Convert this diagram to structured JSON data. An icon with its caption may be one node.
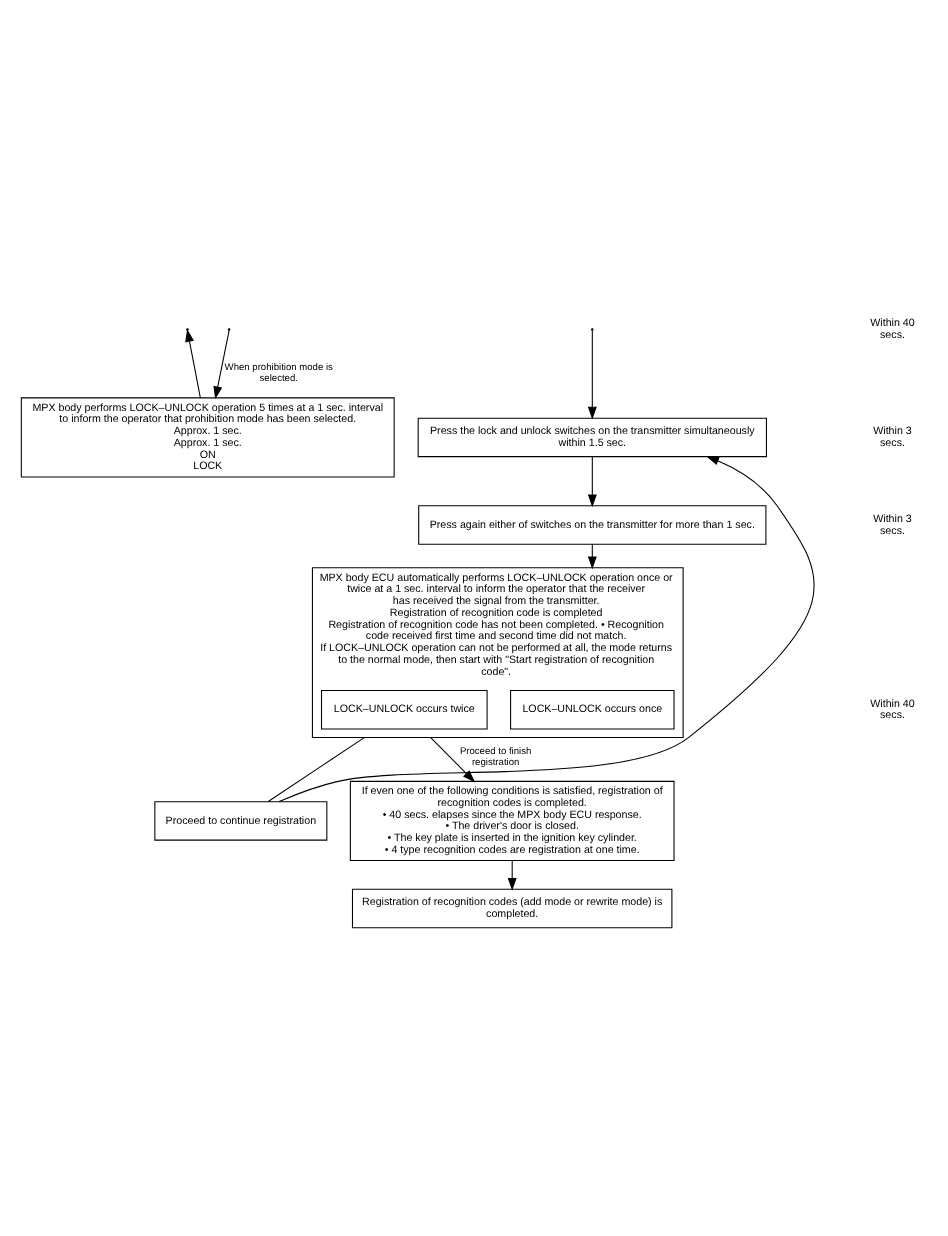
{
  "diagram": {
    "nodes": [
      {
        "text": [
          "MPX body performs LOCK–UNLOCK operation 5 times at a 1 sec. interval to inform the operator that prohibition mode has been selected.",
          "Approx. 1 sec.",
          "Approx. 1 sec.",
          "ON",
          "LOCK"
        ]
      },
      {
        "text": [
          "Press the lock and unlock switches on the transmitter simultaneously within 1.5 sec."
        ]
      },
      {
        "text": [
          "Press again either of switches on the transmitter for more than 1 sec."
        ]
      },
      {
        "text": [
          "MPX body ECU automatically performs LOCK–UNLOCK operation once or twice at a 1 sec. interval to inform the operator that the receiver has received the signal from the transmitter.",
          "Registration of recognition code is completed",
          "Registration of recognition code has not been completed. • Recognition code received first time and second time did not match.",
          "If LOCK–UNLOCK operation can not be performed at all, the mode returns to the normal mode, then start with \"Start registration of recognition code\"."
        ]
      },
      {
        "text": [
          "LOCK–UNLOCK occurs once"
        ],
        "in": 3
      },
      {
        "text": [
          "LOCK–UNLOCK occurs twice"
        ],
        "in": 3
      },
      {
        "text": [
          "Proceed to continue registration"
        ]
      },
      {
        "text": [
          "If even one of the following conditions is satisfied, registration of recognition codes is completed.",
          "• 40 secs. elapses since the MPX body ECU response.",
          "• The driver's door is closed.",
          "• The key plate is inserted in the ignition key cylinder.",
          "• 4 type recognition codes are registration at one time."
        ]
      },
      {
        "text": [
          "Registration of recognition codes (add mode or rewrite mode) is completed."
        ]
      }
    ],
    "edges": [
      {
        "from": null,
        "to": 0,
        "arrow": "to",
        "label": "When prohibition mode is selected."
      },
      {
        "from": 0,
        "to": null,
        "arrow": "to"
      },
      {
        "from": null,
        "to": 1,
        "arrow": "to"
      },
      {
        "from": 6,
        "to": 1,
        "arrow": "to"
      },
      {
        "from": 1,
        "to": 2,
        "arrow": "to"
      },
      {
        "from": 2,
        "to": 3,
        "arrow": "to"
      },
      {
        "from": 3,
        "to": 6,
        "arrow": "none"
      },
      {
        "from": 3,
        "to": 7,
        "arrow": "to",
        "label": "Proceed to finish registration"
      },
      {
        "from": 7,
        "to": 8,
        "arrow": "to"
      }
    ],
    "labels": [
      "Within 40 secs.",
      "Within 3 secs.",
      "Within 3 secs.",
      "Within 40 secs."
    ]
  }
}
